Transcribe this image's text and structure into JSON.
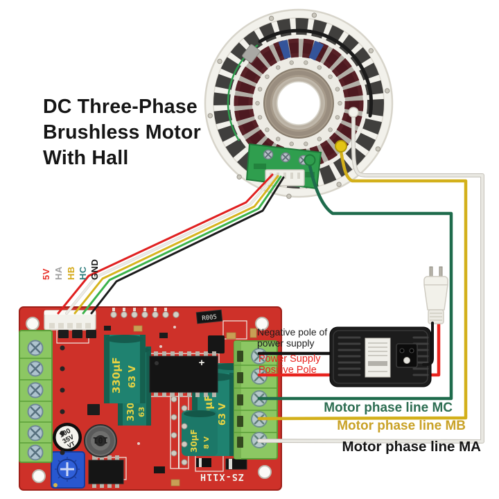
{
  "diagram_title": {
    "line1": "DC Three-Phase",
    "line2": "Brushless Motor",
    "line3": "With Hall"
  },
  "hall_labels": [
    {
      "label": "5V",
      "color": "#e8312a",
      "wire_color": "#e02020"
    },
    {
      "label": "HA",
      "color": "#a0a0a0",
      "wire_color": "#ecebe6"
    },
    {
      "label": "HB",
      "color": "#d4a917",
      "wire_color": "#d6b41e"
    },
    {
      "label": "HC",
      "color": "#2e7d7d",
      "wire_color": "#3bb24a"
    },
    {
      "label": "GND",
      "color": "#151515",
      "wire_color": "#1b1b1b"
    }
  ],
  "power_supply": {
    "negative_pole_label": "Negative pole of power supply",
    "positive_pole_label": "Power Supply Positive Pole"
  },
  "motor_phase_lines": {
    "mc": "Motor phase line MC",
    "mb": "Motor phase line MB",
    "ma": "Motor phase line MA",
    "mc_color": "#2d6e52",
    "mb_color": "#c9a227",
    "ma_color": "#141414"
  },
  "board": {
    "model_marking": "ZS-X11H",
    "shunt_resistor_marking": "R005",
    "inductor_marking": "101",
    "polarity_marking": "+",
    "capacitor_value": "330µF",
    "capacitor_voltage": "63 V",
    "capacitor_value_short": "330",
    "capacitor_voltage_short": "63",
    "capacitor_partial_value": "30µF",
    "capacitor_partial_voltage": "8 V",
    "filter_capacitor": {
      "line1": "100",
      "line2": "35V",
      "line3": "VT"
    }
  }
}
